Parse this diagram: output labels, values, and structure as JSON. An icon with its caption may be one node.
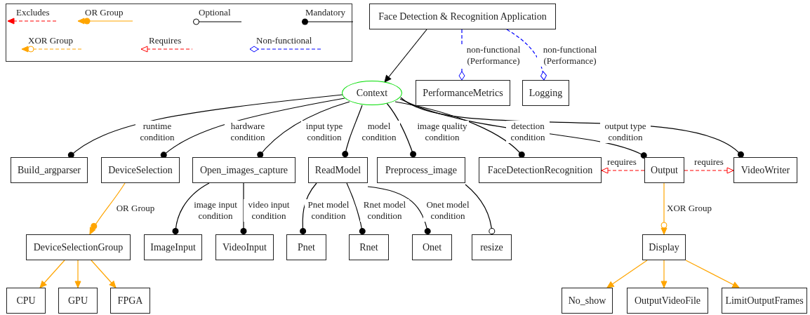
{
  "diagram": {
    "nodes": [
      {
        "text": [
          "Face Detection & Recognition Application"
        ]
      },
      {
        "text": [
          "Context"
        ]
      },
      {
        "text": [
          "PerformanceMetrics"
        ]
      },
      {
        "text": [
          "Logging"
        ]
      },
      {
        "text": [
          "Build_argparser"
        ]
      },
      {
        "text": [
          "DeviceSelection"
        ]
      },
      {
        "text": [
          "Open_images_capture"
        ]
      },
      {
        "text": [
          "ReadModel"
        ]
      },
      {
        "text": [
          "Preprocess_image"
        ]
      },
      {
        "text": [
          "FaceDetectionRecognition"
        ]
      },
      {
        "text": [
          "Output"
        ]
      },
      {
        "text": [
          "VideoWriter"
        ]
      },
      {
        "text": [
          "DeviceSelectionGroup"
        ]
      },
      {
        "text": [
          "ImageInput"
        ]
      },
      {
        "text": [
          "VideoInput"
        ]
      },
      {
        "text": [
          "Pnet"
        ]
      },
      {
        "text": [
          "Rnet"
        ]
      },
      {
        "text": [
          "Onet"
        ]
      },
      {
        "text": [
          "resize"
        ]
      },
      {
        "text": [
          "Display"
        ]
      },
      {
        "text": [
          "CPU"
        ]
      },
      {
        "text": [
          "GPU"
        ]
      },
      {
        "text": [
          "FPGA"
        ]
      },
      {
        "text": [
          "No_show"
        ]
      },
      {
        "text": [
          "OutputVideoFile"
        ]
      },
      {
        "text": [
          "LimitOutputFrames"
        ]
      }
    ],
    "edges": [
      {
        "from": 0,
        "to": 1,
        "arrow": "to"
      },
      {
        "from": 0,
        "to": 2,
        "arrow": "other",
        "label": "non-functional (Performance)",
        "style": "dashed",
        "color": "#0000ff"
      },
      {
        "from": 0,
        "to": 3,
        "arrow": "other",
        "label": "non-functional (Performance)",
        "style": "dashed",
        "color": "#0000ff"
      },
      {
        "from": 1,
        "to": 4,
        "arrow": "other",
        "label": "runtime condition"
      },
      {
        "from": 1,
        "to": 5,
        "arrow": "other",
        "label": "hardware condition"
      },
      {
        "from": 1,
        "to": 6,
        "arrow": "other",
        "label": "input type condition"
      },
      {
        "from": 1,
        "to": 7,
        "arrow": "other",
        "label": "model condition"
      },
      {
        "from": 1,
        "to": 8,
        "arrow": "other",
        "label": "image quality condition"
      },
      {
        "from": 1,
        "to": 9,
        "arrow": "other",
        "label": "detection condition"
      },
      {
        "from": 1,
        "to": 10,
        "arrow": "other",
        "label": "output type condition"
      },
      {
        "from": 1,
        "to": 11,
        "arrow": "other"
      },
      {
        "from": 5,
        "to": 12,
        "arrow": "to",
        "label": "OR Group",
        "color": "#ffa500"
      },
      {
        "from": 6,
        "to": 13,
        "arrow": "other",
        "label": "image input condition"
      },
      {
        "from": 6,
        "to": 14,
        "arrow": "other",
        "label": "video input condition"
      },
      {
        "from": 7,
        "to": 15,
        "arrow": "other",
        "label": "Pnet model condition"
      },
      {
        "from": 7,
        "to": 16,
        "arrow": "other",
        "label": "Rnet model condition"
      },
      {
        "from": 7,
        "to": 17,
        "arrow": "other",
        "label": "Onet model condition"
      },
      {
        "from": 8,
        "to": 18,
        "arrow": "other"
      },
      {
        "from": 10,
        "to": 9,
        "arrow": "to",
        "label": "requires",
        "style": "dashed",
        "color": "#ff0000"
      },
      {
        "from": 10,
        "to": 11,
        "arrow": "to",
        "label": "requires",
        "style": "dashed",
        "color": "#ff0000"
      },
      {
        "from": 10,
        "to": 19,
        "arrow": "to",
        "label": "XOR Group",
        "color": "#ffa500"
      },
      {
        "from": 12,
        "to": 20,
        "arrow": "to",
        "color": "#ffa500"
      },
      {
        "from": 12,
        "to": 21,
        "arrow": "to",
        "color": "#ffa500"
      },
      {
        "from": 12,
        "to": 22,
        "arrow": "to",
        "color": "#ffa500"
      },
      {
        "from": 19,
        "to": 23,
        "arrow": "to",
        "color": "#ffa500"
      },
      {
        "from": 19,
        "to": 24,
        "arrow": "to",
        "color": "#ffa500"
      },
      {
        "from": 19,
        "to": 25,
        "arrow": "to",
        "color": "#ffa500"
      }
    ],
    "legend": [
      {
        "text": "Excludes"
      },
      {
        "text": "OR Group"
      },
      {
        "text": "Optional"
      },
      {
        "text": "Mandatory"
      },
      {
        "text": "XOR Group"
      },
      {
        "text": "Requires"
      },
      {
        "text": "Non-functional"
      }
    ]
  }
}
